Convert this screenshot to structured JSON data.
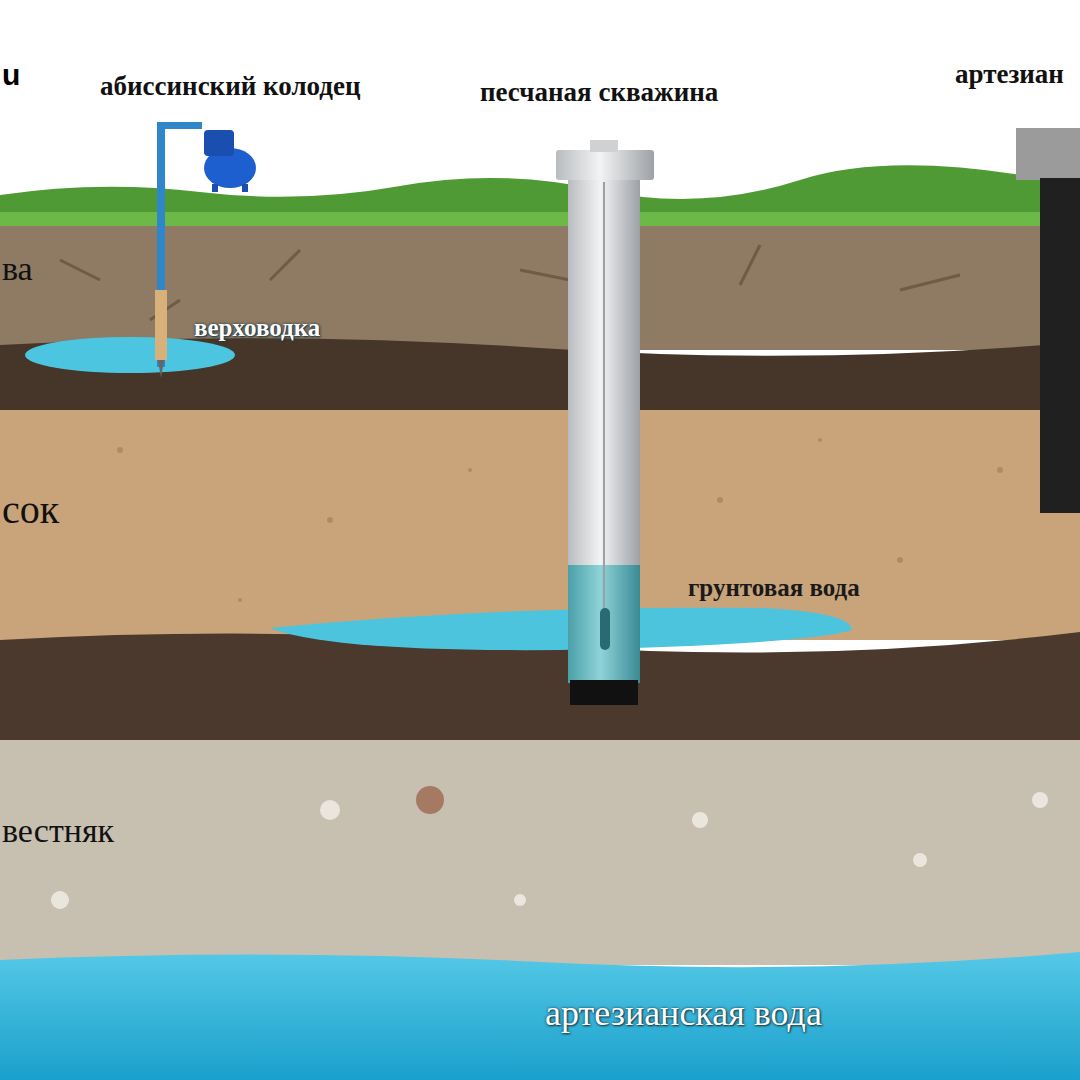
{
  "diagram": {
    "labels": [
      "u",
      "абиссинский колодец",
      "песчаная скважина",
      "артезиан",
      "ва",
      "верховодка",
      "сок",
      "грунтовая вода",
      "вестняк",
      "артезианская вода"
    ]
  }
}
